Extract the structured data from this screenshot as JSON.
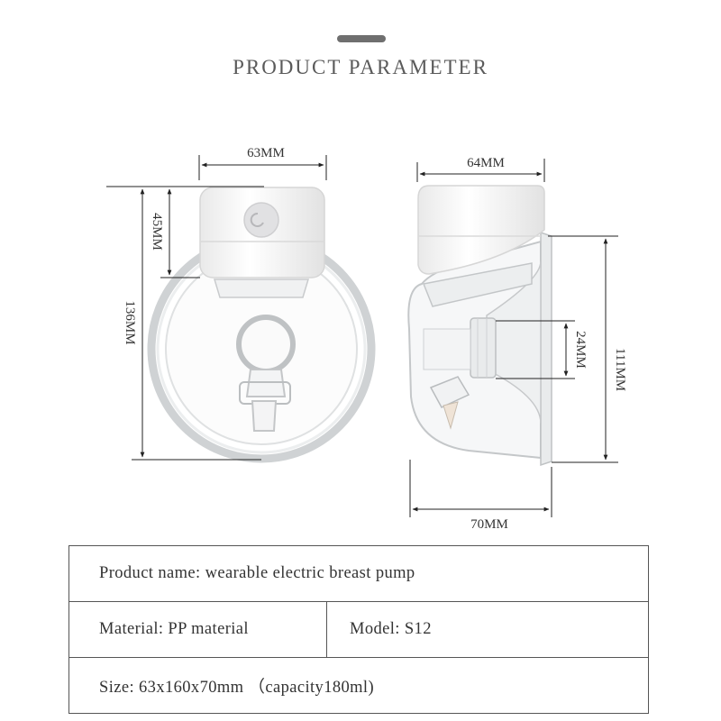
{
  "header": {
    "title": "PRODUCT PARAMETER"
  },
  "dimensions": {
    "front_width": "63MM",
    "front_cap_height": "45MM",
    "front_total_height": "136MM",
    "side_width": "64MM",
    "side_nozzle": "24MM",
    "side_height": "111MM",
    "side_depth": "70MM"
  },
  "specs": {
    "product_name": "Product name:  wearable electric breast pump",
    "material": "Material: PP material",
    "model": "Model:  S12",
    "size": "Size:  63x160x70mm  （capacity180ml)"
  }
}
